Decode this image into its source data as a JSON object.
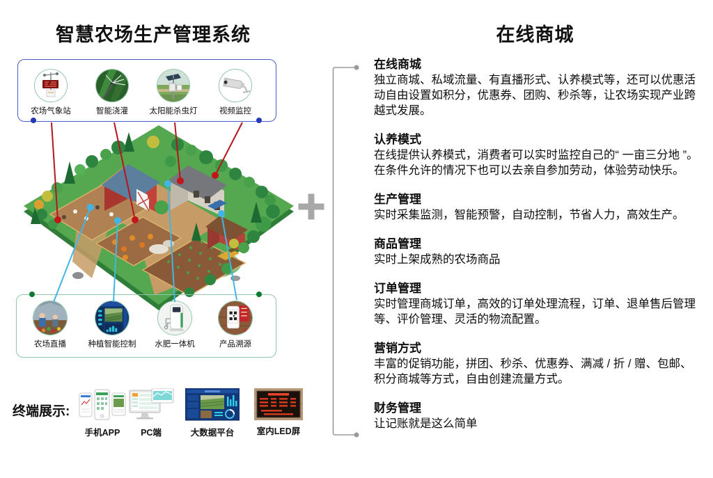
{
  "left": {
    "title": "智慧农场生产管理系统",
    "top_devices": [
      {
        "label": "农场气象站",
        "icon": "weather-station-icon"
      },
      {
        "label": "智能浇灌",
        "icon": "irrigation-icon"
      },
      {
        "label": "太阳能杀虫灯",
        "icon": "solar-lamp-icon"
      },
      {
        "label": "视频监控",
        "icon": "cctv-icon"
      }
    ],
    "bottom_devices": [
      {
        "label": "农场直播",
        "icon": "live-stream-icon"
      },
      {
        "label": "种植智能控制",
        "icon": "planting-control-icon"
      },
      {
        "label": "水肥一体机",
        "icon": "fertigation-machine-icon"
      },
      {
        "label": "产品溯源",
        "icon": "traceability-icon"
      }
    ],
    "terminals_label": "终端展示:",
    "terminals": [
      {
        "label": "手机APP",
        "icon": "mobile-app-icon"
      },
      {
        "label": "PC端",
        "icon": "pc-icon"
      },
      {
        "label": "大数据平台",
        "icon": "bigdata-platform-icon"
      },
      {
        "label": "室内LED屏",
        "icon": "indoor-led-icon"
      }
    ]
  },
  "plus_symbol": "+",
  "right": {
    "title": "在线商城",
    "sections": [
      {
        "heading": "在线商城",
        "body": "独立商城、私域流量、有直播形式、认养模式等，还可以优惠活动自由设置如积分，优惠券、团购、秒杀等，让农场实现产业跨越式发展。"
      },
      {
        "heading": "认养模式",
        "body": "在线提供认养模式，消费者可以实时监控自己的“ 一亩三分地 ”。在条件允许的情况下也可以去亲自参加劳动，体验劳动快乐。"
      },
      {
        "heading": "生产管理",
        "body": "实时采集监测，智能预警，自动控制，节省人力，高效生产。"
      },
      {
        "heading": "商品管理",
        "body": "实时上架成熟的农场商品"
      },
      {
        "heading": "订单管理",
        "body": "实时管理商城订单，高效的订单处理流程，订单、退单售后管理等、评价管理、灵活的物流配置。"
      },
      {
        "heading": "营销方式",
        "body": "丰富的促销功能，拼团、秒杀、优惠券、满减 / 折 / 赠、包邮、积分商城等方式，自由创建流量方式。"
      },
      {
        "heading": "财务管理",
        "body": "让记账就是这么简单"
      }
    ]
  },
  "colors": {
    "sensor_line": "#b5161e",
    "terminal_line": "#41b6e6",
    "top_box_border": "#4a5fc6",
    "top_box_dot": "#2438b8",
    "bottom_box_border": "#8fc6a8",
    "bottom_box_dot": "#0d7a33",
    "bracket": "#9b9b9b",
    "plus": "#a8a8a8"
  }
}
